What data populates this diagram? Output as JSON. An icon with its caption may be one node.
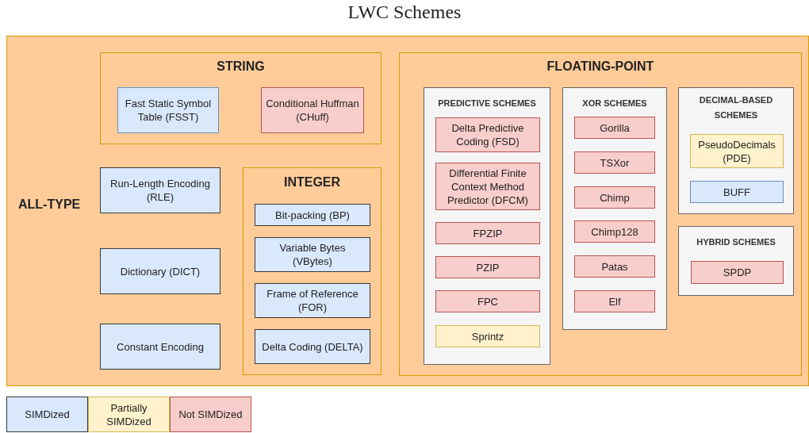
{
  "diagram": {
    "title": "LWC Schemes",
    "nodes": [
      {
        "text": [
          "ALL-TYPE"
        ]
      },
      {
        "text": [
          "STRING"
        ],
        "in": 0
      },
      {
        "text": [
          "Fast Static Symbol Table (FSST)"
        ],
        "in": 1
      },
      {
        "text": [
          "Conditional Huffman (CHuff)"
        ],
        "in": 1
      },
      {
        "text": [
          "Run-Length Encoding (RLE)"
        ],
        "in": 0
      },
      {
        "text": [
          "INTEGER"
        ],
        "in": 0
      },
      {
        "text": [
          "Bit-packing (BP)"
        ],
        "in": 5
      },
      {
        "text": [
          "Variable Bytes (VBytes)"
        ],
        "in": 5
      },
      {
        "text": [
          "Frame of Reference (FOR)"
        ],
        "in": 5
      },
      {
        "text": [
          "Delta Coding (DELTA)"
        ],
        "in": 5
      },
      {
        "text": [
          "Dictionary (DICT)"
        ],
        "in": 0
      },
      {
        "text": [
          "Constant Encoding"
        ],
        "in": 0
      },
      {
        "text": [
          "FLOATING-POINT"
        ],
        "in": 0
      },
      {
        "text": [
          "PREDICTIVE SCHEMES"
        ],
        "in": 12
      },
      {
        "text": [
          "Delta Predictive Coding (FSD)"
        ],
        "in": 13
      },
      {
        "text": [
          "Differential Finite Context Method Predictor (DFCM)"
        ],
        "in": 13
      },
      {
        "text": [
          "FPZIP"
        ],
        "in": 13
      },
      {
        "text": [
          "PZIP"
        ],
        "in": 13
      },
      {
        "text": [
          "FPC"
        ],
        "in": 13
      },
      {
        "text": [
          "Sprintz"
        ],
        "in": 13
      },
      {
        "text": [
          "XOR SCHEMES"
        ],
        "in": 12
      },
      {
        "text": [
          "Gorilla"
        ],
        "in": 20
      },
      {
        "text": [
          "TSXor"
        ],
        "in": 20
      },
      {
        "text": [
          "Chimp"
        ],
        "in": 20
      },
      {
        "text": [
          "Chimp128"
        ],
        "in": 20
      },
      {
        "text": [
          "Patas"
        ],
        "in": 20
      },
      {
        "text": [
          "Elf"
        ],
        "in": 20
      },
      {
        "text": [
          "DECIMAL-BASED SCHEMES"
        ],
        "in": 12
      },
      {
        "text": [
          "PseudoDecimals (PDE)"
        ],
        "in": 27
      },
      {
        "text": [
          "BUFF"
        ],
        "in": 27
      },
      {
        "text": [
          "HYBRID SCHEMES"
        ],
        "in": 12
      },
      {
        "text": [
          "SPDP"
        ],
        "in": 30
      }
    ],
    "edges": [],
    "legend": [
      {
        "text": "SIMDized",
        "color": "#dae8fc"
      },
      {
        "text": "Partially SIMDized",
        "color": "#fff2cc"
      },
      {
        "text": "Not SIMDized",
        "color": "#f8cecc"
      }
    ]
  }
}
